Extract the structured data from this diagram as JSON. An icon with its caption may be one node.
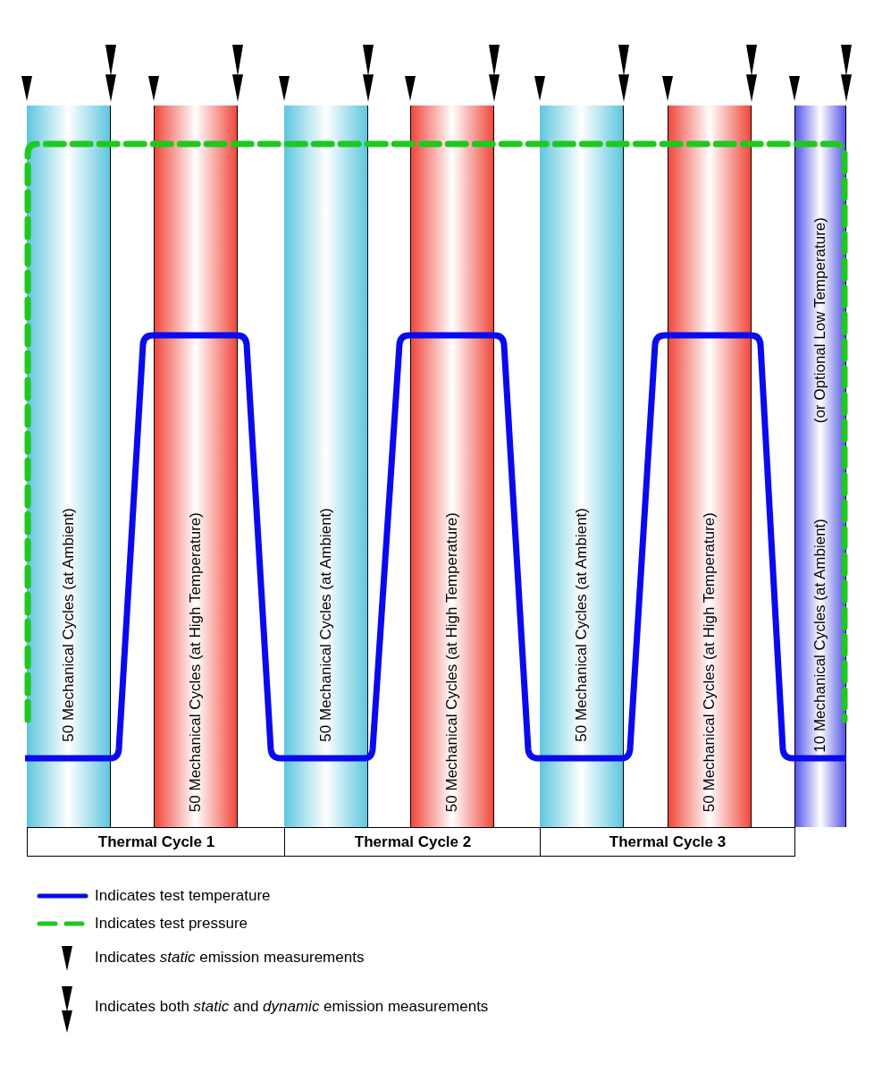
{
  "diagram": {
    "nodes": [
      {
        "text": [
          "50 Mechanical Cycles (at Ambient)"
        ]
      },
      {
        "text": [
          "50 Mechanical Cycles (at High Temperature)"
        ]
      },
      {
        "text": [
          "50 Mechanical Cycles (at Ambient)"
        ]
      },
      {
        "text": [
          "50 Mechanical Cycles (at High Temperature)"
        ]
      },
      {
        "text": [
          "50 Mechanical Cycles (at Ambient)"
        ]
      },
      {
        "text": [
          "50 Mechanical Cycles (at High Temperature)"
        ]
      },
      {
        "text": [
          "10 Mechanical Cycles (at Ambient)",
          "(or Optional Low Temperature)"
        ]
      },
      {
        "text": [
          "Thermal Cycle 1"
        ]
      },
      {
        "text": [
          "Thermal Cycle 2"
        ]
      },
      {
        "text": [
          "Thermal Cycle 3"
        ]
      }
    ],
    "legend": [
      {
        "text": "Indicates test temperature"
      },
      {
        "text": "Indicates test pressure"
      },
      {
        "text": "Indicates *static* emission measurements"
      },
      {
        "text": "Indicates both *static* and *dynamic* emission measurements"
      }
    ]
  }
}
